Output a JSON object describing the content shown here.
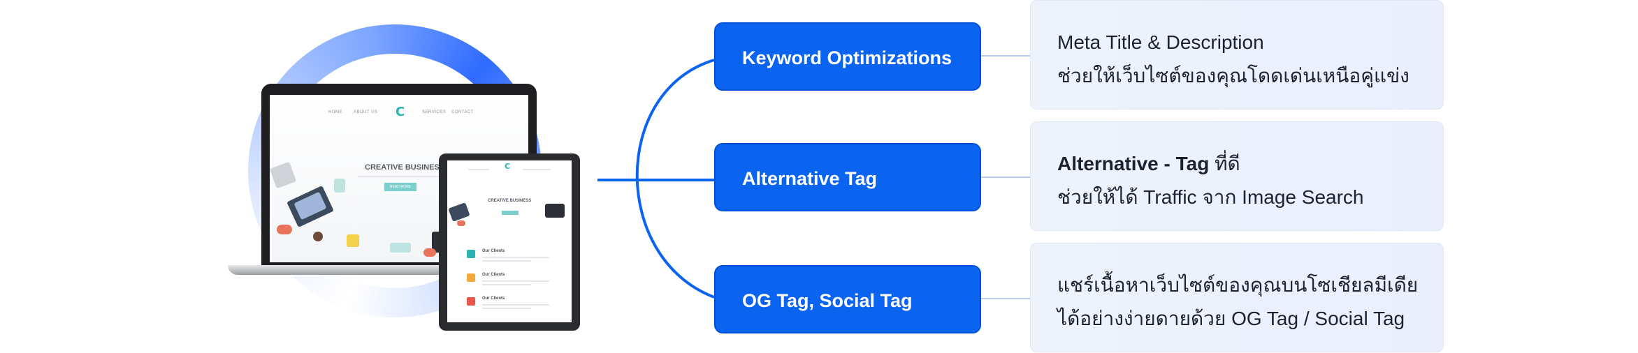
{
  "illustration": {
    "laptop": {
      "nav_left": [
        "HOME",
        "ABOUT US"
      ],
      "nav_right": [
        "SERVICES",
        "CONTACT"
      ],
      "logo": "C",
      "hero_title": "CREATIVE BUSINESS",
      "hero_button": "READ MORE"
    },
    "tablet": {
      "logo": "C",
      "hero_title": "CREATIVE BUSINESS",
      "clients": [
        {
          "title": "Our Clients",
          "color": "#2bb3b1"
        },
        {
          "title": "Our Clients",
          "color": "#f2a93b"
        },
        {
          "title": "Our Clients",
          "color": "#e8574a"
        }
      ]
    }
  },
  "tags": [
    {
      "label": "Keyword Optimizations"
    },
    {
      "label": "Alternative Tag"
    },
    {
      "label": "OG Tag, Social Tag"
    }
  ],
  "cards": [
    {
      "line1": "Meta Title & Description",
      "line2": "ช่วยให้เว็บไซต์ของคุณโดดเด่นเหนือคู่แข่ง"
    },
    {
      "line1_bold": "Alternative - Tag",
      "line1_rest": " ที่ดี",
      "line2": "ช่วยให้ได้ Traffic จาก Image Search"
    },
    {
      "line1": "แชร์เนื้อหาเว็บไซต์ของคุณบนโซเชียลมีเดีย",
      "line2": "ได้อย่างง่ายดายด้วย OG Tag / Social Tag"
    }
  ],
  "colors": {
    "accent": "#0a64f0",
    "line": "#0a64f0",
    "card_bg": "#eef2fb"
  }
}
